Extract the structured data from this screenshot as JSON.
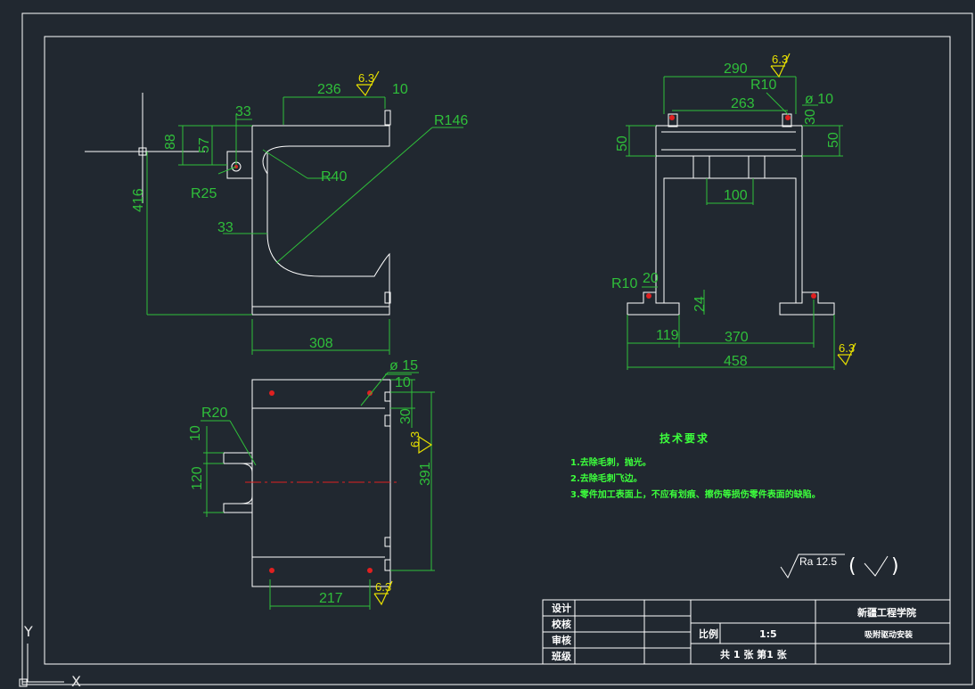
{
  "drawing": {
    "dimensions": {
      "front": [
        "236",
        "10",
        "33",
        "88",
        "57",
        "R25",
        "R40",
        "R146",
        "416",
        "33",
        "308"
      ],
      "side": [
        "290",
        "R10",
        "263",
        "ø 10",
        "30",
        "50",
        "50",
        "100",
        "R10",
        "20",
        "24",
        "119",
        "370",
        "458"
      ],
      "top": [
        "ø 15",
        "10",
        "30",
        "R20",
        "10",
        "120",
        "391",
        "217"
      ]
    },
    "roughness_marks": [
      "6.3",
      "6.3",
      "6.3",
      "6.3",
      "6.3"
    ],
    "general_roughness": {
      "label": "Ra 12.5",
      "bracket_open": "(",
      "bracket_close": ")"
    },
    "tech_requirements": {
      "title": "技术要求",
      "items": [
        "1.去除毛刺，抛光。",
        "2.去除毛刺飞边。",
        "3.零件加工表面上，不应有划痕、擦伤等损伤零件表面的缺陷。"
      ]
    },
    "title_block": {
      "roles": [
        "设计",
        "校核",
        "审核",
        "班级"
      ],
      "school": "新疆工程学院",
      "scale_label": "比例",
      "scale_value": "1:5",
      "part_name": "吸附驱动安装",
      "sheets": "共 1 张 第1 张"
    },
    "ucs": {
      "y": "Y",
      "x": "X"
    }
  },
  "colors": {
    "background": "#212830",
    "geometry": "#ffffff",
    "dimension": "#2fbf3a",
    "roughness_symbol": "#e8e000",
    "center_line": "#e02020",
    "hole": "#e02020"
  }
}
